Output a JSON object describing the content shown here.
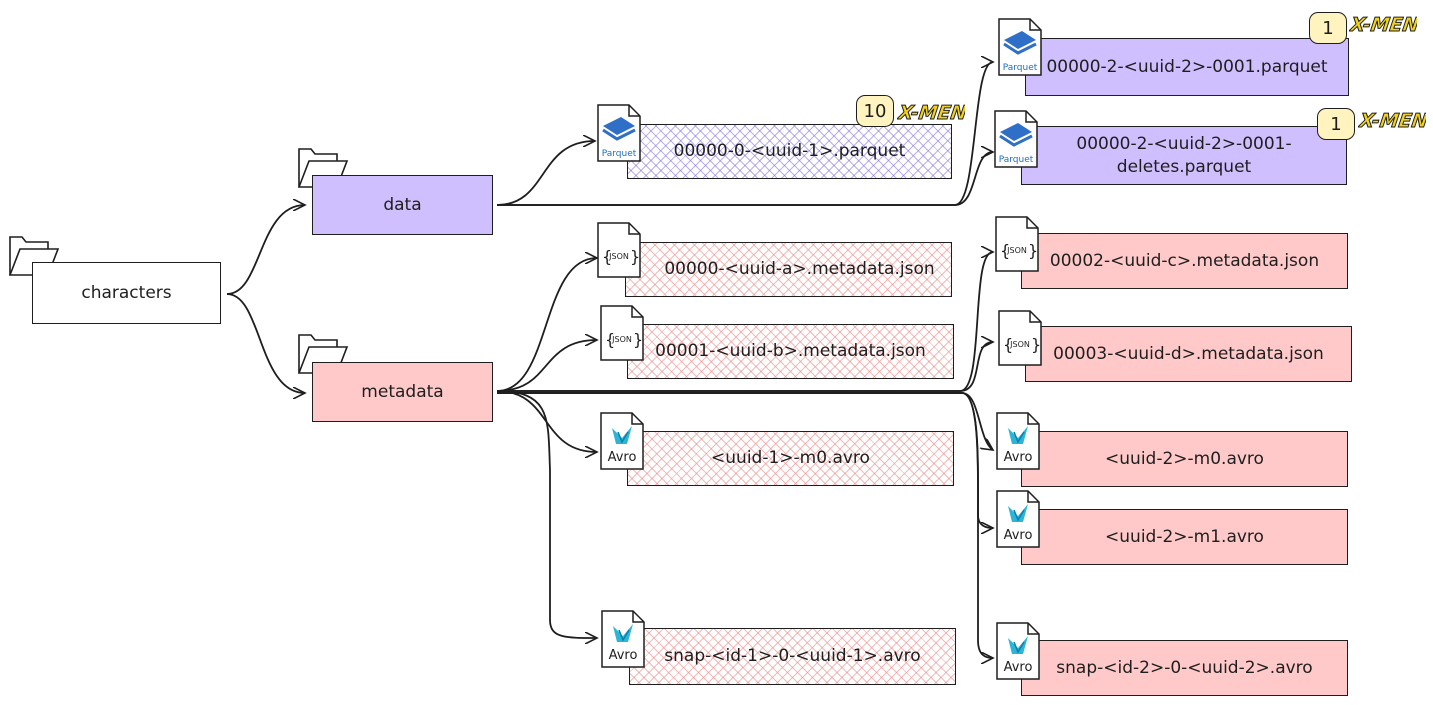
{
  "folders": {
    "root": "characters",
    "data": "data",
    "metadata": "metadata"
  },
  "data_files": [
    {
      "name": "00000-0-<uuid-1>.parquet",
      "count": "10"
    },
    {
      "name": "00000-2-<uuid-2>-0001.parquet",
      "count": "1"
    },
    {
      "name": "00000-2-<uuid-2>-0001-deletes.parquet",
      "count": "1"
    }
  ],
  "metadata_files": [
    "00000-<uuid-a>.metadata.json",
    "00001-<uuid-b>.metadata.json",
    "<uuid-1>-m0.avro",
    "snap-<id-1>-0-<uuid-1>.avro",
    "00002-<uuid-c>.metadata.json",
    "00003-<uuid-d>.metadata.json",
    "<uuid-2>-m0.avro",
    "<uuid-2>-m1.avro",
    "snap-<id-2>-0-<uuid-2>.avro"
  ],
  "icon_labels": {
    "parquet": "Parquet",
    "json": "JSON",
    "avro": "Avro",
    "logo": "X-MEN"
  },
  "colors": {
    "stroke": "#1e1e1e",
    "data_fill": "#d0bfff",
    "metadata_fill": "#ffc9c9",
    "badge_fill": "#fff3bf",
    "parquet_blue": "#1c6fc4",
    "avro_teal": "#2bb6d8",
    "logo_yellow": "#f2d21b"
  }
}
